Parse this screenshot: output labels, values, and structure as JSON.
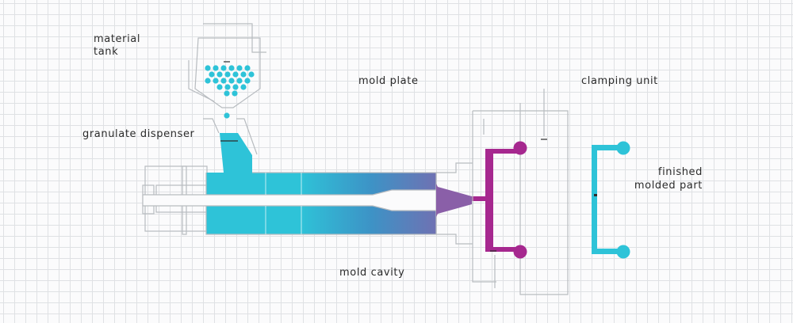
{
  "labels": {
    "material_tank_line1": "material",
    "material_tank_line2": "tank",
    "mold_plate": "mold plate",
    "clamping_unit": "clamping unit",
    "granulate_dispenser": "granulate dispenser",
    "finished_line1": "finished",
    "finished_line2": "molded part",
    "mold_cavity": "mold cavity"
  },
  "colors": {
    "background": "#fbfbfc",
    "grid": "#dfe1e4",
    "outline": "#b8bcc0",
    "cyan": "#2ec3d8",
    "blue": "#3a8fc4",
    "purple": "#8a5fa8",
    "magenta": "#a6288f",
    "text": "#2b2b2b"
  },
  "icons": [
    "granule-dots",
    "hopper-funnel",
    "screw-barrel",
    "nozzle",
    "mold-plate-frame",
    "molded-part"
  ]
}
